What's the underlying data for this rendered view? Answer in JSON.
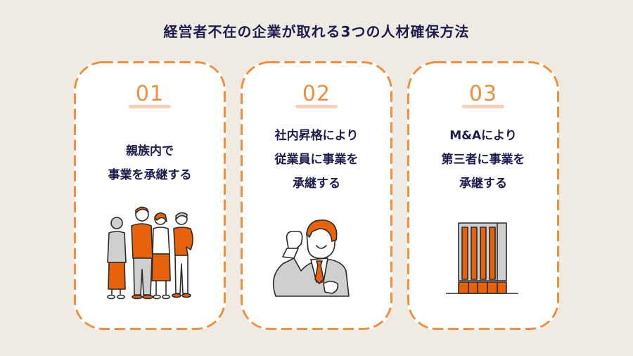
{
  "title": "経営者不在の企業が取れる3つの人材確保方法",
  "colors": {
    "background": "#f0ebe2",
    "card": "#ffffff",
    "dashed_border": "#ef8f3f",
    "number": "#ef8f3f",
    "text": "#1c1b4d",
    "illustration_accent": "#e8620c",
    "illustration_gray": "#cfcfd1"
  },
  "cards": [
    {
      "number": "01",
      "lines": [
        "親族内で",
        "事業を承継する"
      ],
      "illustration": "family-group-illustration"
    },
    {
      "number": "02",
      "lines": [
        "社内昇格により",
        "従業員に事業を",
        "承継する"
      ],
      "illustration": "businessman-fist-illustration"
    },
    {
      "number": "03",
      "lines": [
        "M&Aにより",
        "第三者に事業を",
        "承継する"
      ],
      "illustration": "office-building-illustration"
    }
  ]
}
